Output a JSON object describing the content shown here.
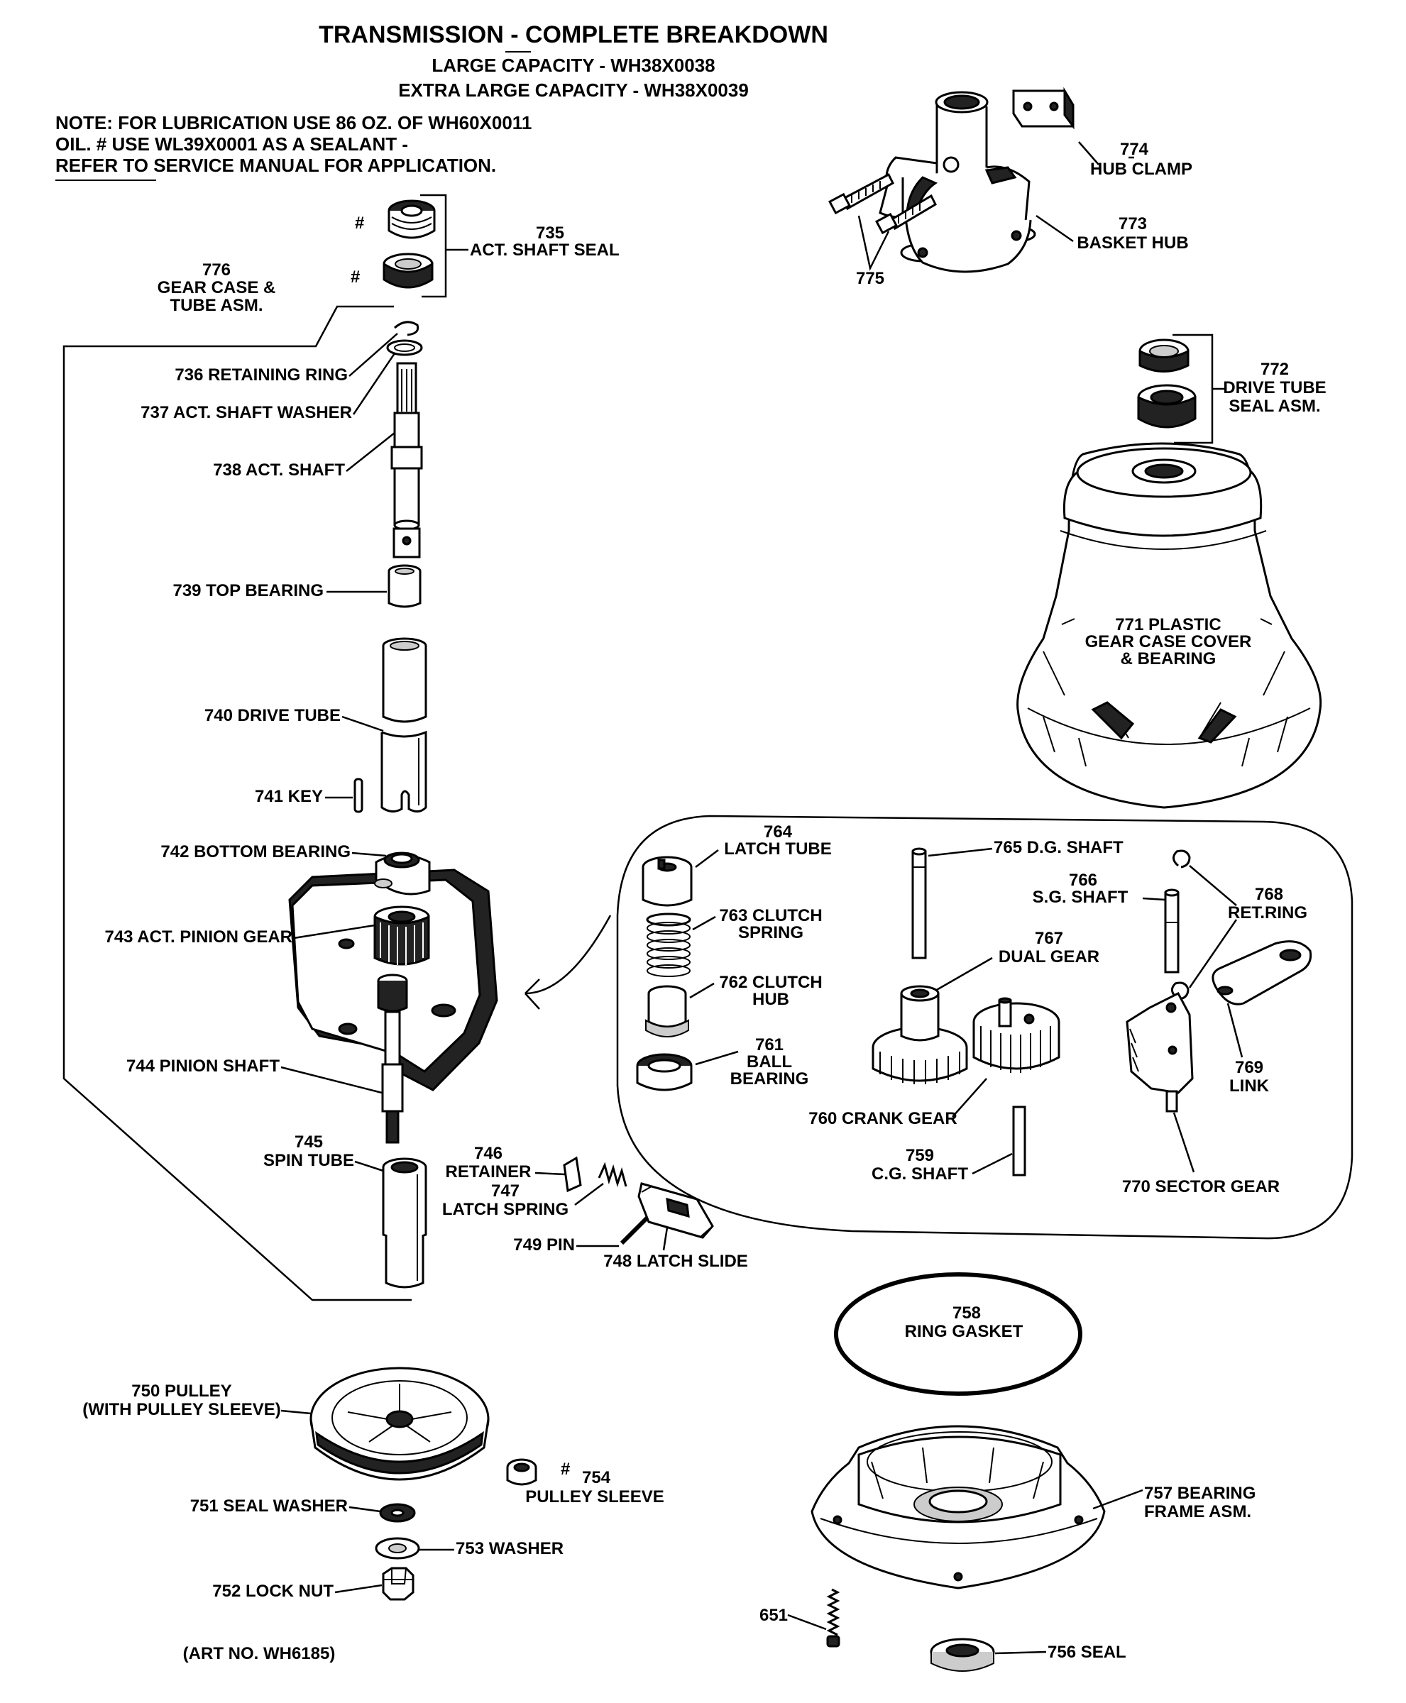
{
  "title": "TRANSMISSION - COMPLETE BREAKDOWN",
  "subtitle_1": "LARGE CAPACITY - WH38X0038",
  "subtitle_2": "EXTRA LARGE CAPACITY - WH38X0039",
  "note_lines": [
    "NOTE: FOR LUBRICATION USE 86 OZ. OF WH60X0011",
    "OIL. # USE WL39X0001 AS A SEALANT -",
    "REFER TO SERVICE MANUAL FOR APPLICATION."
  ],
  "sealant_mark": "#",
  "art_no": "(ART NO. WH6185)",
  "parts": {
    "p735": {
      "num": "735",
      "name": "ACT. SHAFT SEAL"
    },
    "p776": {
      "lines": [
        "776",
        "GEAR CASE &",
        "TUBE ASM."
      ]
    },
    "p736": {
      "label": "736 RETAINING RING"
    },
    "p737": {
      "label": "737  ACT. SHAFT WASHER"
    },
    "p738": {
      "label": "738 ACT. SHAFT"
    },
    "p739": {
      "label": "739 TOP BEARING"
    },
    "p740": {
      "label": "740 DRIVE TUBE"
    },
    "p741": {
      "label": "741 KEY"
    },
    "p742": {
      "label": "742 BOTTOM BEARING"
    },
    "p743": {
      "label": "743 ACT. PINION GEAR"
    },
    "p744": {
      "label": "744 PINION SHAFT"
    },
    "p745": {
      "lines": [
        "745",
        "SPIN TUBE"
      ]
    },
    "p746": {
      "lines": [
        "746",
        "RETAINER"
      ]
    },
    "p747": {
      "lines": [
        "747",
        "LATCH SPRING"
      ]
    },
    "p748": {
      "label": "748 LATCH SLIDE"
    },
    "p749": {
      "label": "749 PIN"
    },
    "p750": {
      "lines": [
        "750 PULLEY",
        "(WITH PULLEY SLEEVE)"
      ]
    },
    "p751": {
      "label": "751 SEAL WASHER"
    },
    "p752": {
      "label": "752 LOCK NUT"
    },
    "p753": {
      "label": "753 WASHER"
    },
    "p754": {
      "num": "754",
      "name": "PULLEY SLEEVE"
    },
    "p756": {
      "label": "756 SEAL"
    },
    "p757": {
      "lines": [
        "757 BEARING",
        "FRAME ASM."
      ]
    },
    "p758": {
      "lines": [
        "758",
        "RING GASKET"
      ]
    },
    "p759": {
      "lines": [
        "759",
        "C.G. SHAFT"
      ]
    },
    "p760": {
      "label": "760 CRANK GEAR"
    },
    "p761": {
      "lines": [
        "761",
        "BALL",
        "BEARING"
      ]
    },
    "p762": {
      "lines": [
        "762 CLUTCH",
        "HUB"
      ]
    },
    "p763": {
      "lines": [
        "763 CLUTCH",
        "SPRING"
      ]
    },
    "p764": {
      "lines": [
        "764",
        "LATCH TUBE"
      ]
    },
    "p765": {
      "label": "765 D.G. SHAFT"
    },
    "p766": {
      "lines": [
        "766",
        "S.G. SHAFT"
      ]
    },
    "p767": {
      "lines": [
        "767",
        "DUAL GEAR"
      ]
    },
    "p768": {
      "lines": [
        "768",
        "RET.RING"
      ]
    },
    "p769": {
      "lines": [
        "769",
        "LINK"
      ]
    },
    "p770": {
      "label": "770 SECTOR GEAR"
    },
    "p771": {
      "lines": [
        "771 PLASTIC",
        "GEAR CASE COVER",
        "& BEARING"
      ]
    },
    "p772": {
      "lines": [
        "772",
        "DRIVE TUBE",
        "SEAL ASM."
      ]
    },
    "p773": {
      "lines": [
        "773",
        "BASKET HUB"
      ]
    },
    "p774": {
      "lines": [
        "774",
        "HUB CLAMP"
      ]
    },
    "p775": {
      "label": "775"
    },
    "p651": {
      "label": "651"
    }
  }
}
